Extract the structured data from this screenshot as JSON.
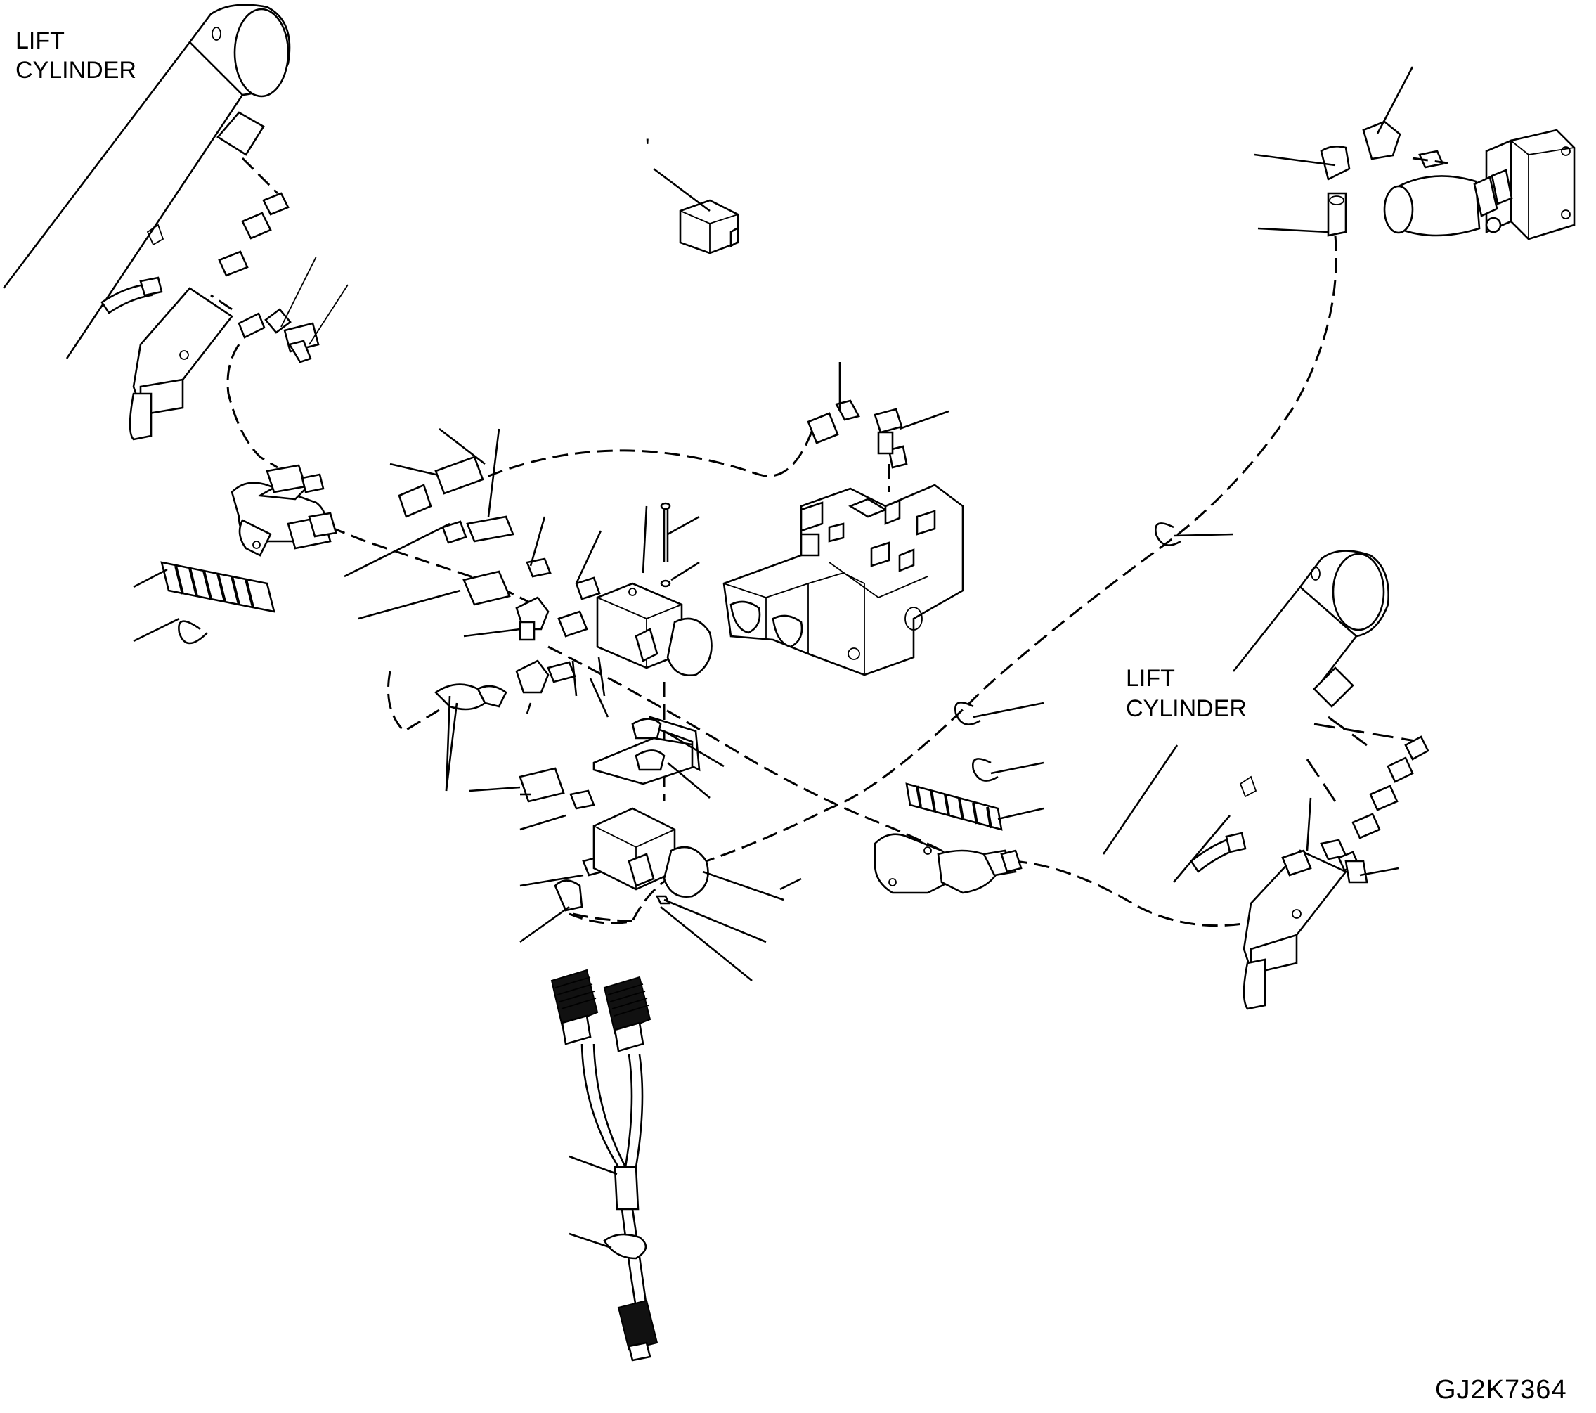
{
  "labels": {
    "lift_cylinder_left_line1": "LIFT",
    "lift_cylinder_left_line2": "CYLINDER",
    "lift_cylinder_right_line1": "LIFT",
    "lift_cylinder_right_line2": "CYLINDER",
    "stray_mark": "'",
    "drawing_code": "GJ2K7364"
  }
}
